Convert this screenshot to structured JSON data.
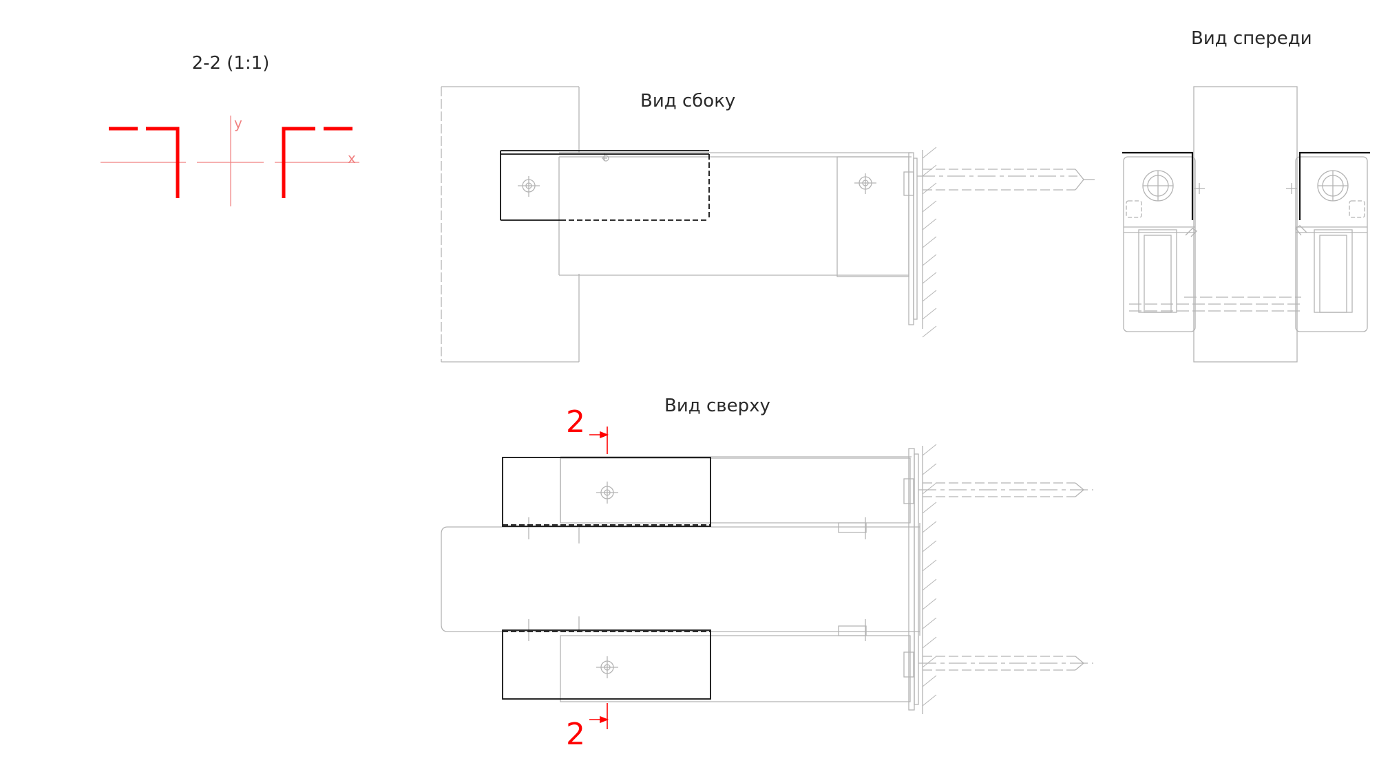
{
  "views": {
    "section_title": "2-2 (1:1)",
    "side_title": "Вид сбоку",
    "top_title": "Вид сверху",
    "front_title": "Вид спереди"
  },
  "section": {
    "axis_x": "x",
    "axis_y": "y"
  },
  "cut_marks": {
    "upper": "2",
    "lower": "2"
  },
  "colors": {
    "line": "#b4b4b4",
    "bold": "#111111",
    "accent": "#ff0000",
    "axis": "#f08080",
    "text": "#2a2a2a"
  }
}
